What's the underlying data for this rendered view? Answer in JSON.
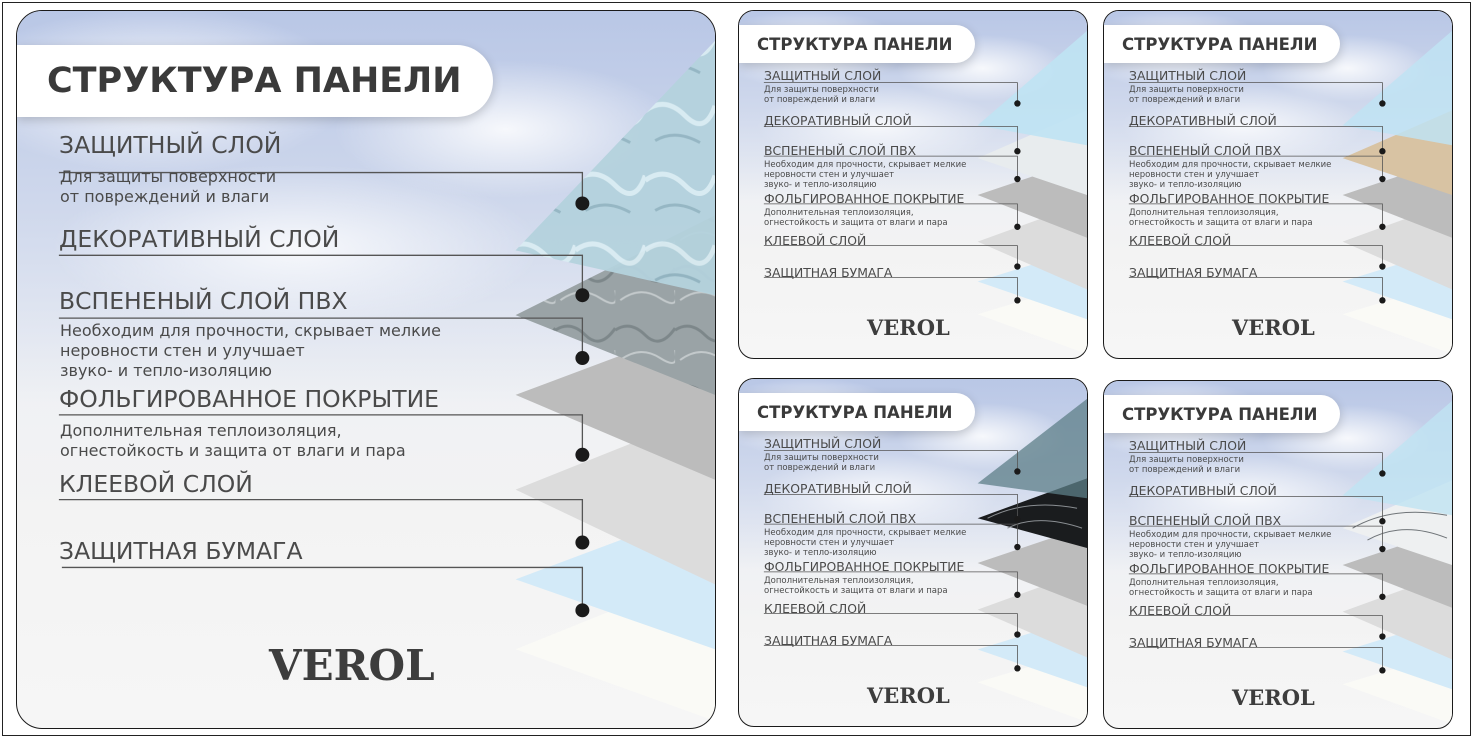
{
  "panel": {
    "title": "СТРУКТУРА ПАНЕЛИ",
    "layers": [
      {
        "label": "ЗАЩИТНЫЙ СЛОЙ",
        "description": "Для защиты поверхности\nот повреждений и влаги"
      },
      {
        "label": "ДЕКОРАТИВНЫЙ СЛОЙ",
        "description": ""
      },
      {
        "label": "ВСПЕНЕНЫЙ СЛОЙ ПВХ",
        "description": "Необходим для прочности, скрывает мелкие\nнеровности стен и улучшает\nзвуко- и тепло-изоляцию"
      },
      {
        "label": "ФОЛЬГИРОВАННОЕ ПОКРЫТИЕ",
        "description": "Дополнительная теплоизоляция,\nогнестойкость и защита от влаги и пара"
      },
      {
        "label": "КЛЕЕВОЙ СЛОЙ",
        "description": ""
      },
      {
        "label": "ЗАЩИТНАЯ БУМАГА",
        "description": ""
      }
    ],
    "brand": "VEROL"
  },
  "colors": {
    "text": "#4a4a4a",
    "title": "#3a3a3a",
    "connector": "#555555",
    "dot": "#1a1a1a",
    "film": "#bfe3f3",
    "foamed": "#bcbcbc",
    "foil": "#d9d9d9",
    "glue": "#d3eaf8",
    "paper": "#fafaf6"
  },
  "variants": [
    {
      "panel": "main",
      "decor_pattern": "grey-marble",
      "decor_color": "#9aa3a6"
    },
    {
      "panel": "small-top-left",
      "decor_pattern": "light-grey-marble",
      "decor_color": "#e8ecee"
    },
    {
      "panel": "small-top-right",
      "decor_pattern": "beige-marble",
      "decor_color": "#d8c3a3"
    },
    {
      "panel": "small-bottom-left",
      "decor_pattern": "black-marble",
      "decor_color": "#1a1c1e"
    },
    {
      "panel": "small-bottom-right",
      "decor_pattern": "white-marble",
      "decor_color": "#eef0f1"
    }
  ]
}
